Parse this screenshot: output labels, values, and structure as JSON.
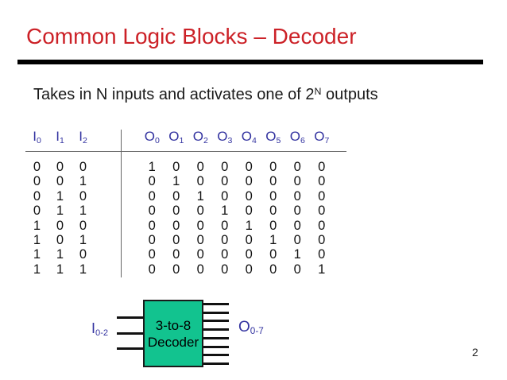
{
  "title": "Common Logic Blocks – Decoder",
  "subtitle": {
    "pre": "Takes in N inputs and activates one of 2",
    "sup": "N",
    "post": " outputs"
  },
  "colors": {
    "title_red": "#cc2127",
    "header_blue": "#3333a0",
    "box_green": "#12c38f",
    "divider_black": "#000000"
  },
  "truth_table": {
    "input_headers": [
      {
        "base": "I",
        "sub": "0"
      },
      {
        "base": "I",
        "sub": "1"
      },
      {
        "base": "I",
        "sub": "2"
      }
    ],
    "output_headers": [
      {
        "base": "O",
        "sub": "0"
      },
      {
        "base": "O",
        "sub": "1"
      },
      {
        "base": "O",
        "sub": "2"
      },
      {
        "base": "O",
        "sub": "3"
      },
      {
        "base": "O",
        "sub": "4"
      },
      {
        "base": "O",
        "sub": "5"
      },
      {
        "base": "O",
        "sub": "6"
      },
      {
        "base": "O",
        "sub": "7"
      }
    ],
    "rows": [
      {
        "inputs": [
          "0",
          "0",
          "0"
        ],
        "outputs": [
          "1",
          "0",
          "0",
          "0",
          "0",
          "0",
          "0",
          "0"
        ]
      },
      {
        "inputs": [
          "0",
          "0",
          "1"
        ],
        "outputs": [
          "0",
          "1",
          "0",
          "0",
          "0",
          "0",
          "0",
          "0"
        ]
      },
      {
        "inputs": [
          "0",
          "1",
          "0"
        ],
        "outputs": [
          "0",
          "0",
          "1",
          "0",
          "0",
          "0",
          "0",
          "0"
        ]
      },
      {
        "inputs": [
          "0",
          "1",
          "1"
        ],
        "outputs": [
          "0",
          "0",
          "0",
          "1",
          "0",
          "0",
          "0",
          "0"
        ]
      },
      {
        "inputs": [
          "1",
          "0",
          "0"
        ],
        "outputs": [
          "0",
          "0",
          "0",
          "0",
          "1",
          "0",
          "0",
          "0"
        ]
      },
      {
        "inputs": [
          "1",
          "0",
          "1"
        ],
        "outputs": [
          "0",
          "0",
          "0",
          "0",
          "0",
          "1",
          "0",
          "0"
        ]
      },
      {
        "inputs": [
          "1",
          "1",
          "0"
        ],
        "outputs": [
          "0",
          "0",
          "0",
          "0",
          "0",
          "0",
          "1",
          "0"
        ]
      },
      {
        "inputs": [
          "1",
          "1",
          "1"
        ],
        "outputs": [
          "0",
          "0",
          "0",
          "0",
          "0",
          "0",
          "0",
          "1"
        ]
      }
    ]
  },
  "diagram": {
    "box_label_line1": "3-to-8",
    "box_label_line2": "Decoder",
    "input_label": {
      "base": "I",
      "sub": "0-2"
    },
    "output_label": {
      "base": "O",
      "sub": "0-7"
    },
    "input_line_count": 3,
    "output_line_count": 8
  },
  "page_number": "2"
}
